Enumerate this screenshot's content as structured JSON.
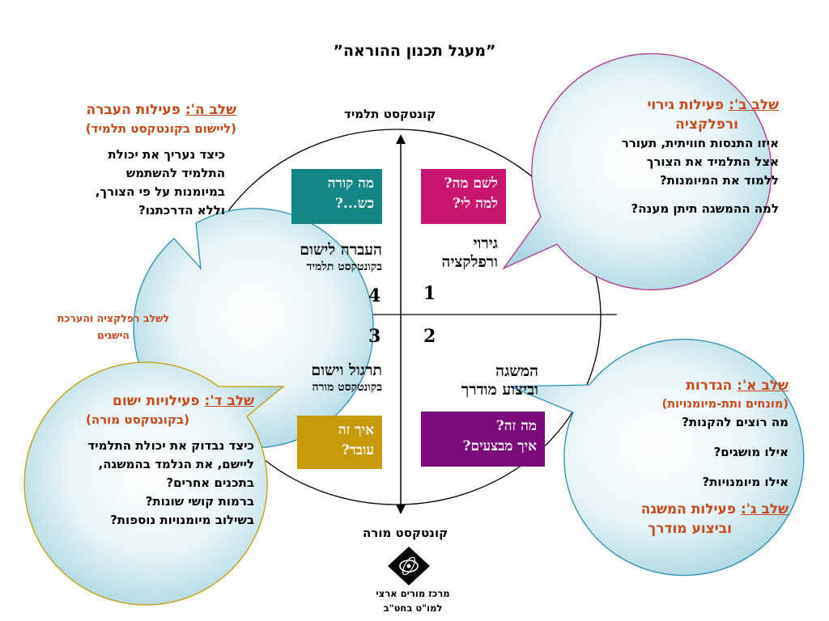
{
  "title": "”מעגל תכנון ההוראה”",
  "axis": {
    "top": "קונטקסט תלמיד",
    "bottom": "קונטקסט מורה"
  },
  "quadrants": {
    "q1": {
      "number": "1",
      "box_lines": [
        "לשם מה?",
        "למה לי?"
      ],
      "box_color": "#c8156e",
      "label_lines": [
        "גירוי",
        "ורפלקציה"
      ]
    },
    "q2": {
      "number": "2",
      "box_lines": [
        "מה זה?",
        "איך מבצעים?"
      ],
      "box_color": "#7a0a7a",
      "label_lines": [
        "המשגה",
        "וביצוע מודרך"
      ]
    },
    "q3": {
      "number": "3",
      "box_lines": [
        "איך זה",
        "עובד?"
      ],
      "box_color": "#c79a07",
      "label_big": "תרגול וישום",
      "label_small": "בקונטקסט מורה"
    },
    "q4": {
      "number": "4",
      "box_lines": [
        "מה קורה",
        "כש...?"
      ],
      "box_color": "#138585",
      "label_big": "העברה לישום",
      "label_small": "בקונטקסט תלמיד"
    }
  },
  "bubbles": {
    "stage_e": {
      "title_prefix": "שלב ה':",
      "title_rest": " פעילות העברה",
      "subtitle": "(ליישום בקונטקסט תלמיד)",
      "body": [
        "כיצד נעריך את יכולת",
        "התלמיד להשתמש",
        "במיומנות על פי הצורך,",
        "וללא הדרכתנו?"
      ]
    },
    "stage_b": {
      "title_prefix": "שלב ב':",
      "title_rest": " פעילות גירוי",
      "title_line2": "ורפלקציה",
      "body": [
        "איזו התנסות חוויתית, תעורר",
        "אצל התלמיד את הצורך",
        "ללמוד את המיומנות?"
      ],
      "body2": "למה ההמשגה תיתן מענה?"
    },
    "stage_d": {
      "title_prefix": "שלב ד':",
      "title_rest": " פעילויות ישום",
      "subtitle": "(בקונטקסט מורה)",
      "body": [
        "כיצד נבדוק את יכולת התלמיד",
        "ליישם, את הנלמד בהמשגה,",
        "בתכנים אחרים?",
        "ברמות קושי שונות?",
        "בשילוב מיומנויות נוספות?"
      ]
    },
    "stage_a": {
      "title_prefix": "שלב א':",
      "title_rest": " הגדרות",
      "subtitle": "(מונחים ותת-מיומנויות)",
      "lines": [
        "מה רוצים להקנות?",
        "אילו מושגים?",
        "אילו מיומנויות?"
      ],
      "stage_c_prefix": "שלב ג':",
      "stage_c_rest": " פעילות המשגה",
      "stage_c_line2": "וביצוע מודרך"
    }
  },
  "side_note": [
    "לשלב רפלקציה והערכת",
    "הישגים"
  ],
  "org": [
    "מרכז מורים ארצי",
    "למו\"ט בחט\"ב"
  ],
  "colors": {
    "accent_orange": "#c8491b",
    "bubble_fill_light": "#ffffff",
    "bubble_fill_dark": "#b9e0ea",
    "bubble_stroke_e": "#2c8fb3",
    "bubble_stroke_b": "#b0358a",
    "bubble_stroke_d": "#c79a07",
    "bubble_stroke_a": "#2c8fb3"
  }
}
